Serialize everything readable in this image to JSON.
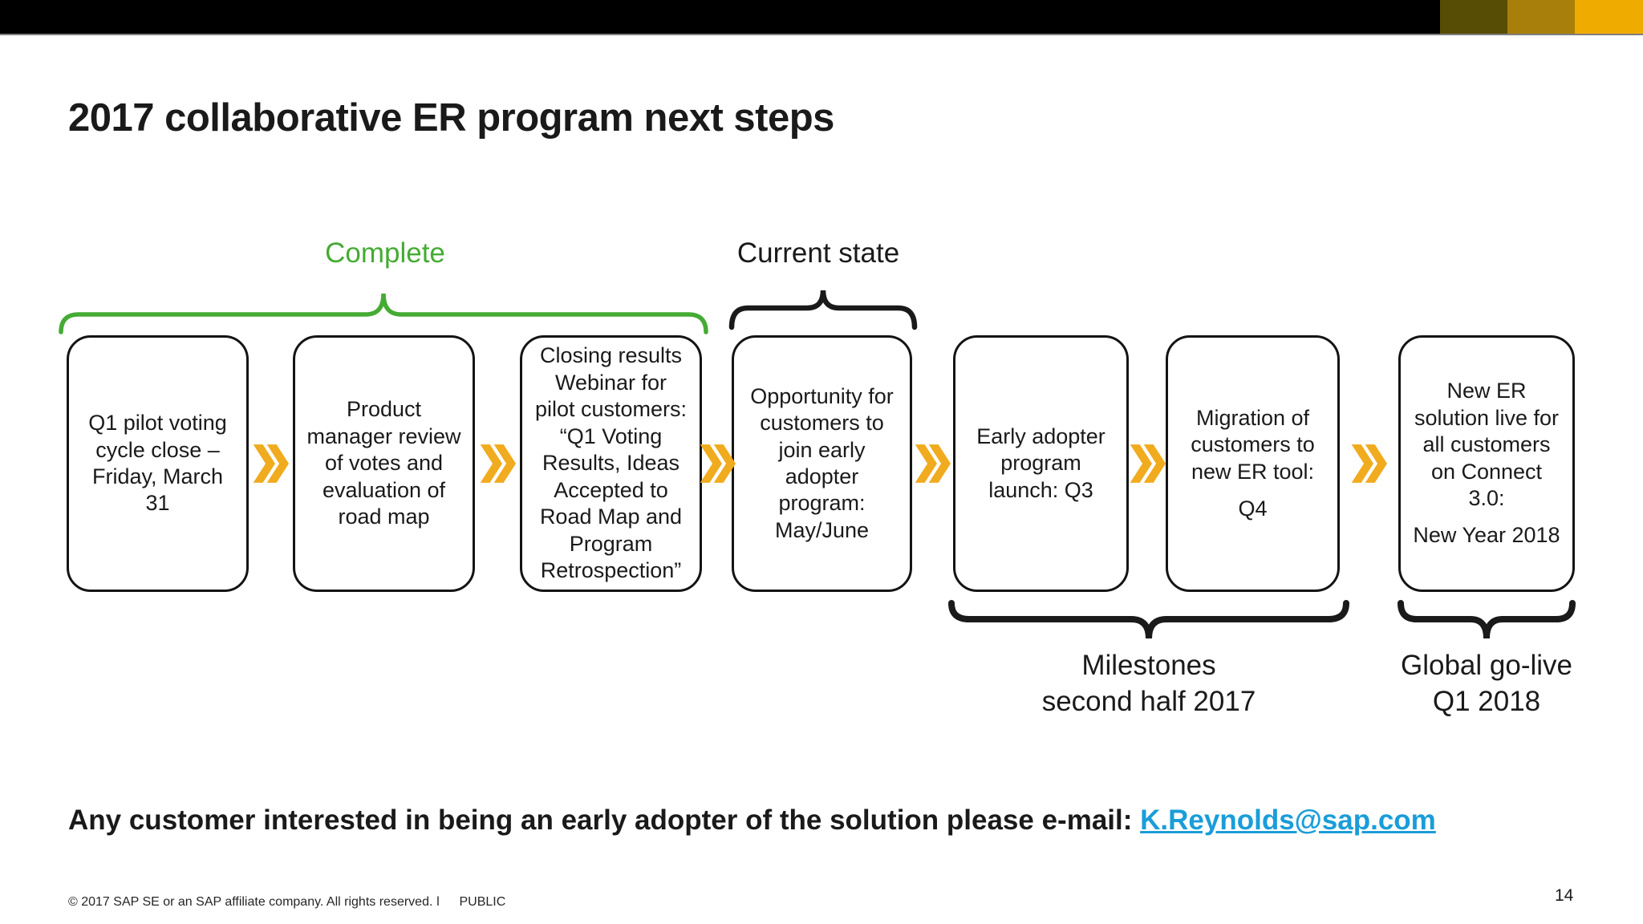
{
  "slide": {
    "title": "2017 collaborative ER program next steps",
    "page_number": "14",
    "colors": {
      "green": "#45ab34",
      "ink": "#1a1a1a",
      "orange": "#f0ab1e",
      "link_blue": "#1a9dd9",
      "bar_gold_dark": "#584d05",
      "bar_gold_mid": "#a87f0a",
      "bar_gold_bright": "#f0ab00"
    },
    "brackets": {
      "complete": {
        "label": "Complete"
      },
      "current_state": {
        "label": "Current state"
      },
      "milestones": {
        "line1": "Milestones",
        "line2": "second half 2017"
      },
      "global_golive": {
        "line1": "Global go-live",
        "line2": "Q1 2018"
      }
    },
    "steps": [
      {
        "paragraphs": [
          "Q1 pilot voting cycle close – Friday, March 31"
        ]
      },
      {
        "paragraphs": [
          "Product manager review of votes and evaluation of road map"
        ]
      },
      {
        "paragraphs": [
          "Closing results Webinar for pilot customers: “Q1 Voting Results, Ideas Accepted to Road Map and Program Retrospection”"
        ]
      },
      {
        "paragraphs": [
          "Opportunity for customers to join early adopter program: May/June"
        ]
      },
      {
        "paragraphs": [
          "Early adopter program launch: Q3"
        ]
      },
      {
        "paragraphs": [
          "Migration of customers to new ER tool:",
          "Q4"
        ]
      },
      {
        "paragraphs": [
          "New ER solution live for all customers on Connect 3.0:",
          "New Year 2018"
        ]
      }
    ],
    "footer": {
      "cta_text": "Any customer interested in being an early adopter of the solution please e-mail: ",
      "cta_link": "K.Reynolds@sap.com",
      "copyright": "© 2017 SAP SE or an SAP affiliate company. All rights reserved. ǀ",
      "classification": "PUBLIC"
    }
  }
}
